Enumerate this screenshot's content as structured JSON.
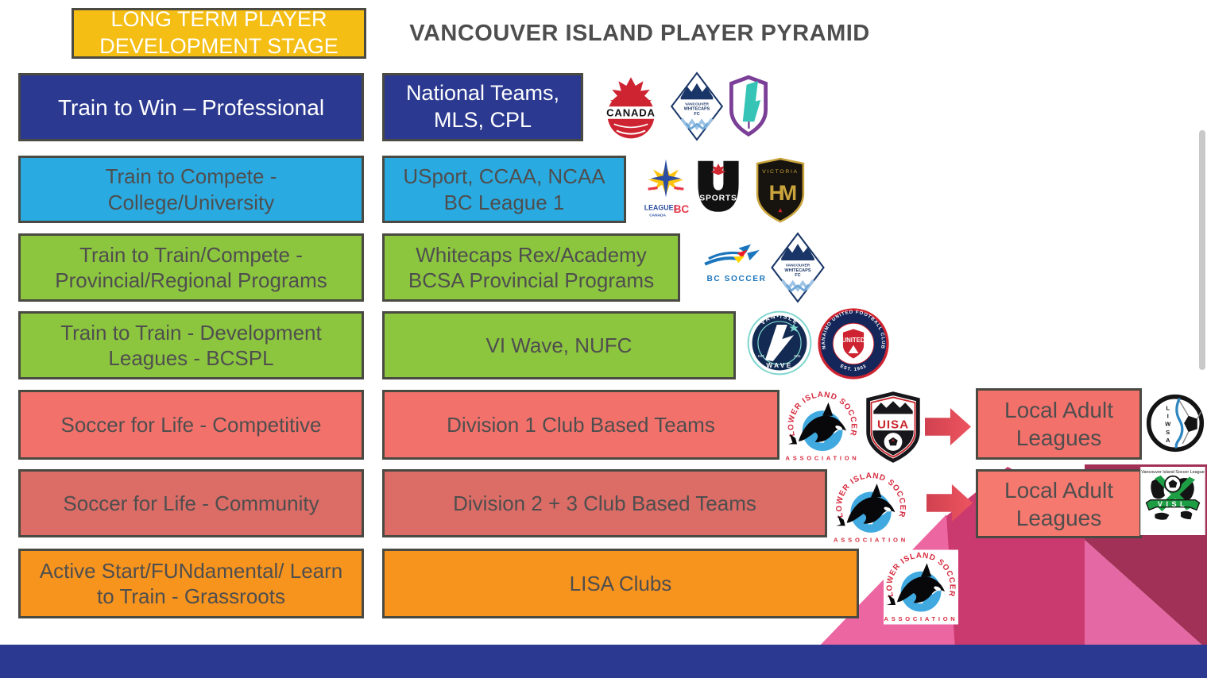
{
  "colors": {
    "navy": "#2B3990",
    "lightblue": "#29ABE2",
    "green": "#8CC63F",
    "salmon1": "#F3716B",
    "salmon2": "#DB6C66",
    "local2": "#F5796F",
    "orange": "#F7941E",
    "yellow": "#F5BE14",
    "border": "#4A4A43",
    "textgray": "#4F4E4E",
    "crimson": "#CB3A6E",
    "pink": "#EC67A2",
    "maroon": "#A23158",
    "pinkright": "#E468A3",
    "arrowdark": "#D0414F",
    "arrowlight": "#ED5560",
    "scrollbar": "#C9C9C9",
    "lisared": "#D5293D",
    "ballblue": "#3FA9E0"
  },
  "header": {
    "stage_box": "LONG TERM PLAYER DEVELOPMENT STAGE",
    "title": "VANCOUVER ISLAND PLAYER PYRAMID"
  },
  "rows": [
    {
      "stage": "Train to Win – Professional",
      "pathway": "National Teams, MLS, CPL"
    },
    {
      "stage": "Train to Compete - College/University",
      "pathway": "USport, CCAA, NCAA BC League 1"
    },
    {
      "stage": "Train to Train/Compete - Provincial/Regional Programs",
      "pathway": "Whitecaps Rex/Academy BCSA Provincial Programs"
    },
    {
      "stage": "Train to Train - Development Leagues - BCSPL",
      "pathway": "VI Wave, NUFC"
    },
    {
      "stage": "Soccer for Life - Competitive",
      "pathway": "Division 1 Club Based Teams"
    },
    {
      "stage": "Soccer for Life - Community",
      "pathway": "Division 2 + 3 Club Based Teams"
    },
    {
      "stage": "Active Start/FUNdamental/ Learn to Train - Grassroots",
      "pathway": "LISA Clubs"
    }
  ],
  "adult_leagues": {
    "row5": "Local Adult Leagues",
    "row6": "Local Adult Leagues"
  },
  "logos": {
    "canada": {
      "name": "canada-soccer",
      "wordmark": "CANADA"
    },
    "whitecaps": {
      "name": "vancouver-whitecaps-fc",
      "l1": "VANCOUVER",
      "l2": "WHITECAPS",
      "l3": "FC"
    },
    "pacific": {
      "name": "pacific-fc"
    },
    "league1bc": {
      "name": "league1-bc",
      "l1": "LEAGUE1",
      "l2": "CANADA",
      "l3": "BC"
    },
    "usports": {
      "name": "u-sports",
      "wordmark": "SPORTS"
    },
    "victoria": {
      "name": "victoria-highlanders",
      "l1": "VICTORIA",
      "l2": "HM"
    },
    "bcsoccer": {
      "name": "bc-soccer",
      "wordmark": "BC SOCCER"
    },
    "vanisle": {
      "name": "van-isle-wave",
      "arc": "VAN•ISLE",
      "l2": "WAVE",
      "est": "EST.",
      "year": "2011"
    },
    "nufc": {
      "name": "nanaimo-united-fc",
      "arc": "NANAIMO UNITED FOOTBALL CLUB",
      "est": "EST. 1903",
      "shield": "UNITED"
    },
    "lisa": {
      "name": "lower-island-soccer-association",
      "arc": "LOWER ISLAND SOCCER",
      "bottom": "ASSOCIATION"
    },
    "uisa": {
      "name": "uisa",
      "wordmark": "UISA"
    },
    "liwsa": {
      "name": "liwsa",
      "letters": [
        "L",
        "I",
        "W",
        "S",
        "A"
      ]
    },
    "visl": {
      "name": "vancouver-island-soccer-league",
      "top": "Vancouver Island Soccer League",
      "banner": "VISL"
    }
  }
}
